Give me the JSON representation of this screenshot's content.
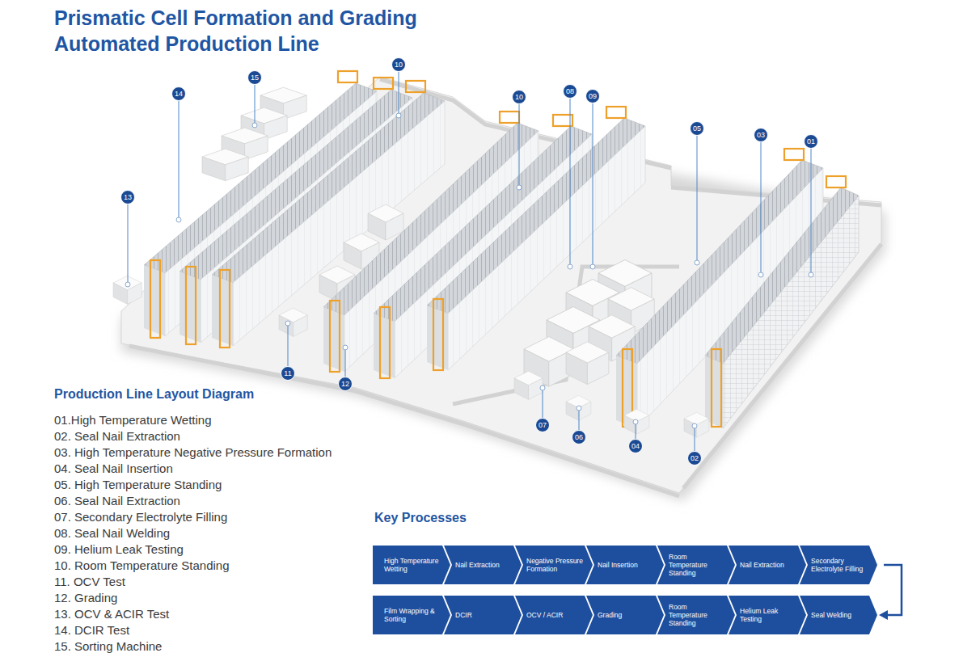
{
  "diagram": {
    "title": "Prismatic Cell Formation and Grading Automated Production Line",
    "nodes": [
      {
        "text": [
          "High Temperature Wetting"
        ]
      },
      {
        "text": [
          "Nail Extraction"
        ]
      },
      {
        "text": [
          "Negative Pressure Formation"
        ]
      },
      {
        "text": [
          "Nail Insertion"
        ]
      },
      {
        "text": [
          "Room Temperature Standing"
        ]
      },
      {
        "text": [
          "Nail Extraction"
        ]
      },
      {
        "text": [
          "Secondary Electrolyte Filling"
        ]
      },
      {
        "text": [
          "Film Wrapping & Sorting"
        ]
      },
      {
        "text": [
          "DCIR"
        ]
      },
      {
        "text": [
          "OCV / ACIR"
        ]
      },
      {
        "text": [
          "Grading"
        ]
      },
      {
        "text": [
          "Room Temperature Standing"
        ]
      },
      {
        "text": [
          "Helium Leak Testing"
        ]
      },
      {
        "text": [
          "Seal Welding"
        ]
      }
    ],
    "edges": [
      {
        "from": 6,
        "to": 13,
        "arrow": "to"
      }
    ],
    "labels": [
      "Production Line Layout Diagram",
      "01.High Temperature Wetting",
      "02. Seal Nail Extraction",
      "03. High Temperature Negative Pressure Formation",
      "04. Seal Nail Insertion",
      "05. High Temperature Standing",
      "06. Seal Nail Extraction",
      "07. Secondary Electrolyte Filling",
      "08. Seal Nail Welding",
      "09. Helium Leak Testing",
      "10. Room Temperature Standing",
      "11. OCV Test",
      "12. Grading",
      "13. OCV & ACIR Test",
      "14. DCIR Test",
      "15. Sorting Machine",
      "Key Processes",
      "15",
      "14",
      "10",
      "13",
      "10",
      "08",
      "09",
      "05",
      "03",
      "01",
      "11",
      "12",
      "07",
      "06",
      "04",
      "02"
    ]
  }
}
